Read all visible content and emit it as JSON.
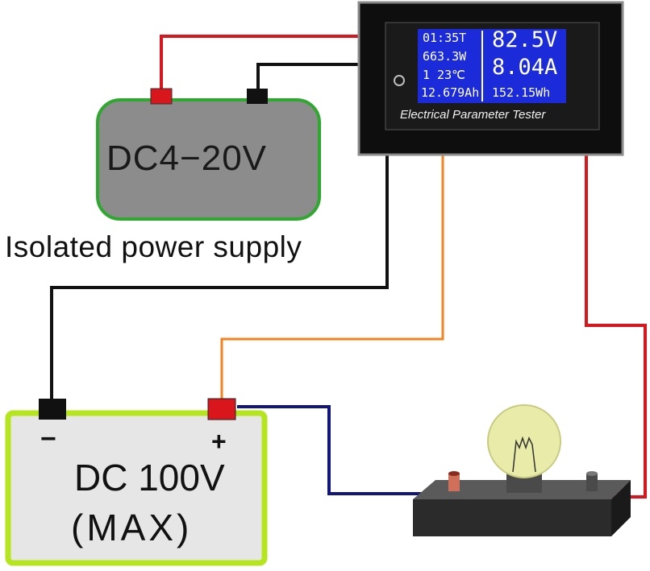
{
  "power_supply": {
    "label": "DC4−20V",
    "caption": "Isolated  power supply"
  },
  "tester": {
    "brand": "Electrical Parameter Tester",
    "display": {
      "time": "01:35T",
      "power": "663.3W",
      "temp": "1  23℃",
      "capacity": "12.679Ah",
      "voltage": "82.5V",
      "current": "8.04A",
      "energy": "152.15Wh"
    }
  },
  "battery": {
    "line1": "DC 100V",
    "line2": "(MAX)",
    "minus": "−",
    "plus": "+"
  },
  "colors": {
    "supply_body": "#8c8c8c",
    "supply_border": "#2fa82f",
    "battery_body": "#e6e6e6",
    "battery_border": "#b5e61d",
    "wire_red": "#d9161c",
    "wire_black": "#111111",
    "wire_orange": "#f4821f",
    "wire_blue": "#11157c",
    "lcd_bg": "#1b2bd9"
  }
}
